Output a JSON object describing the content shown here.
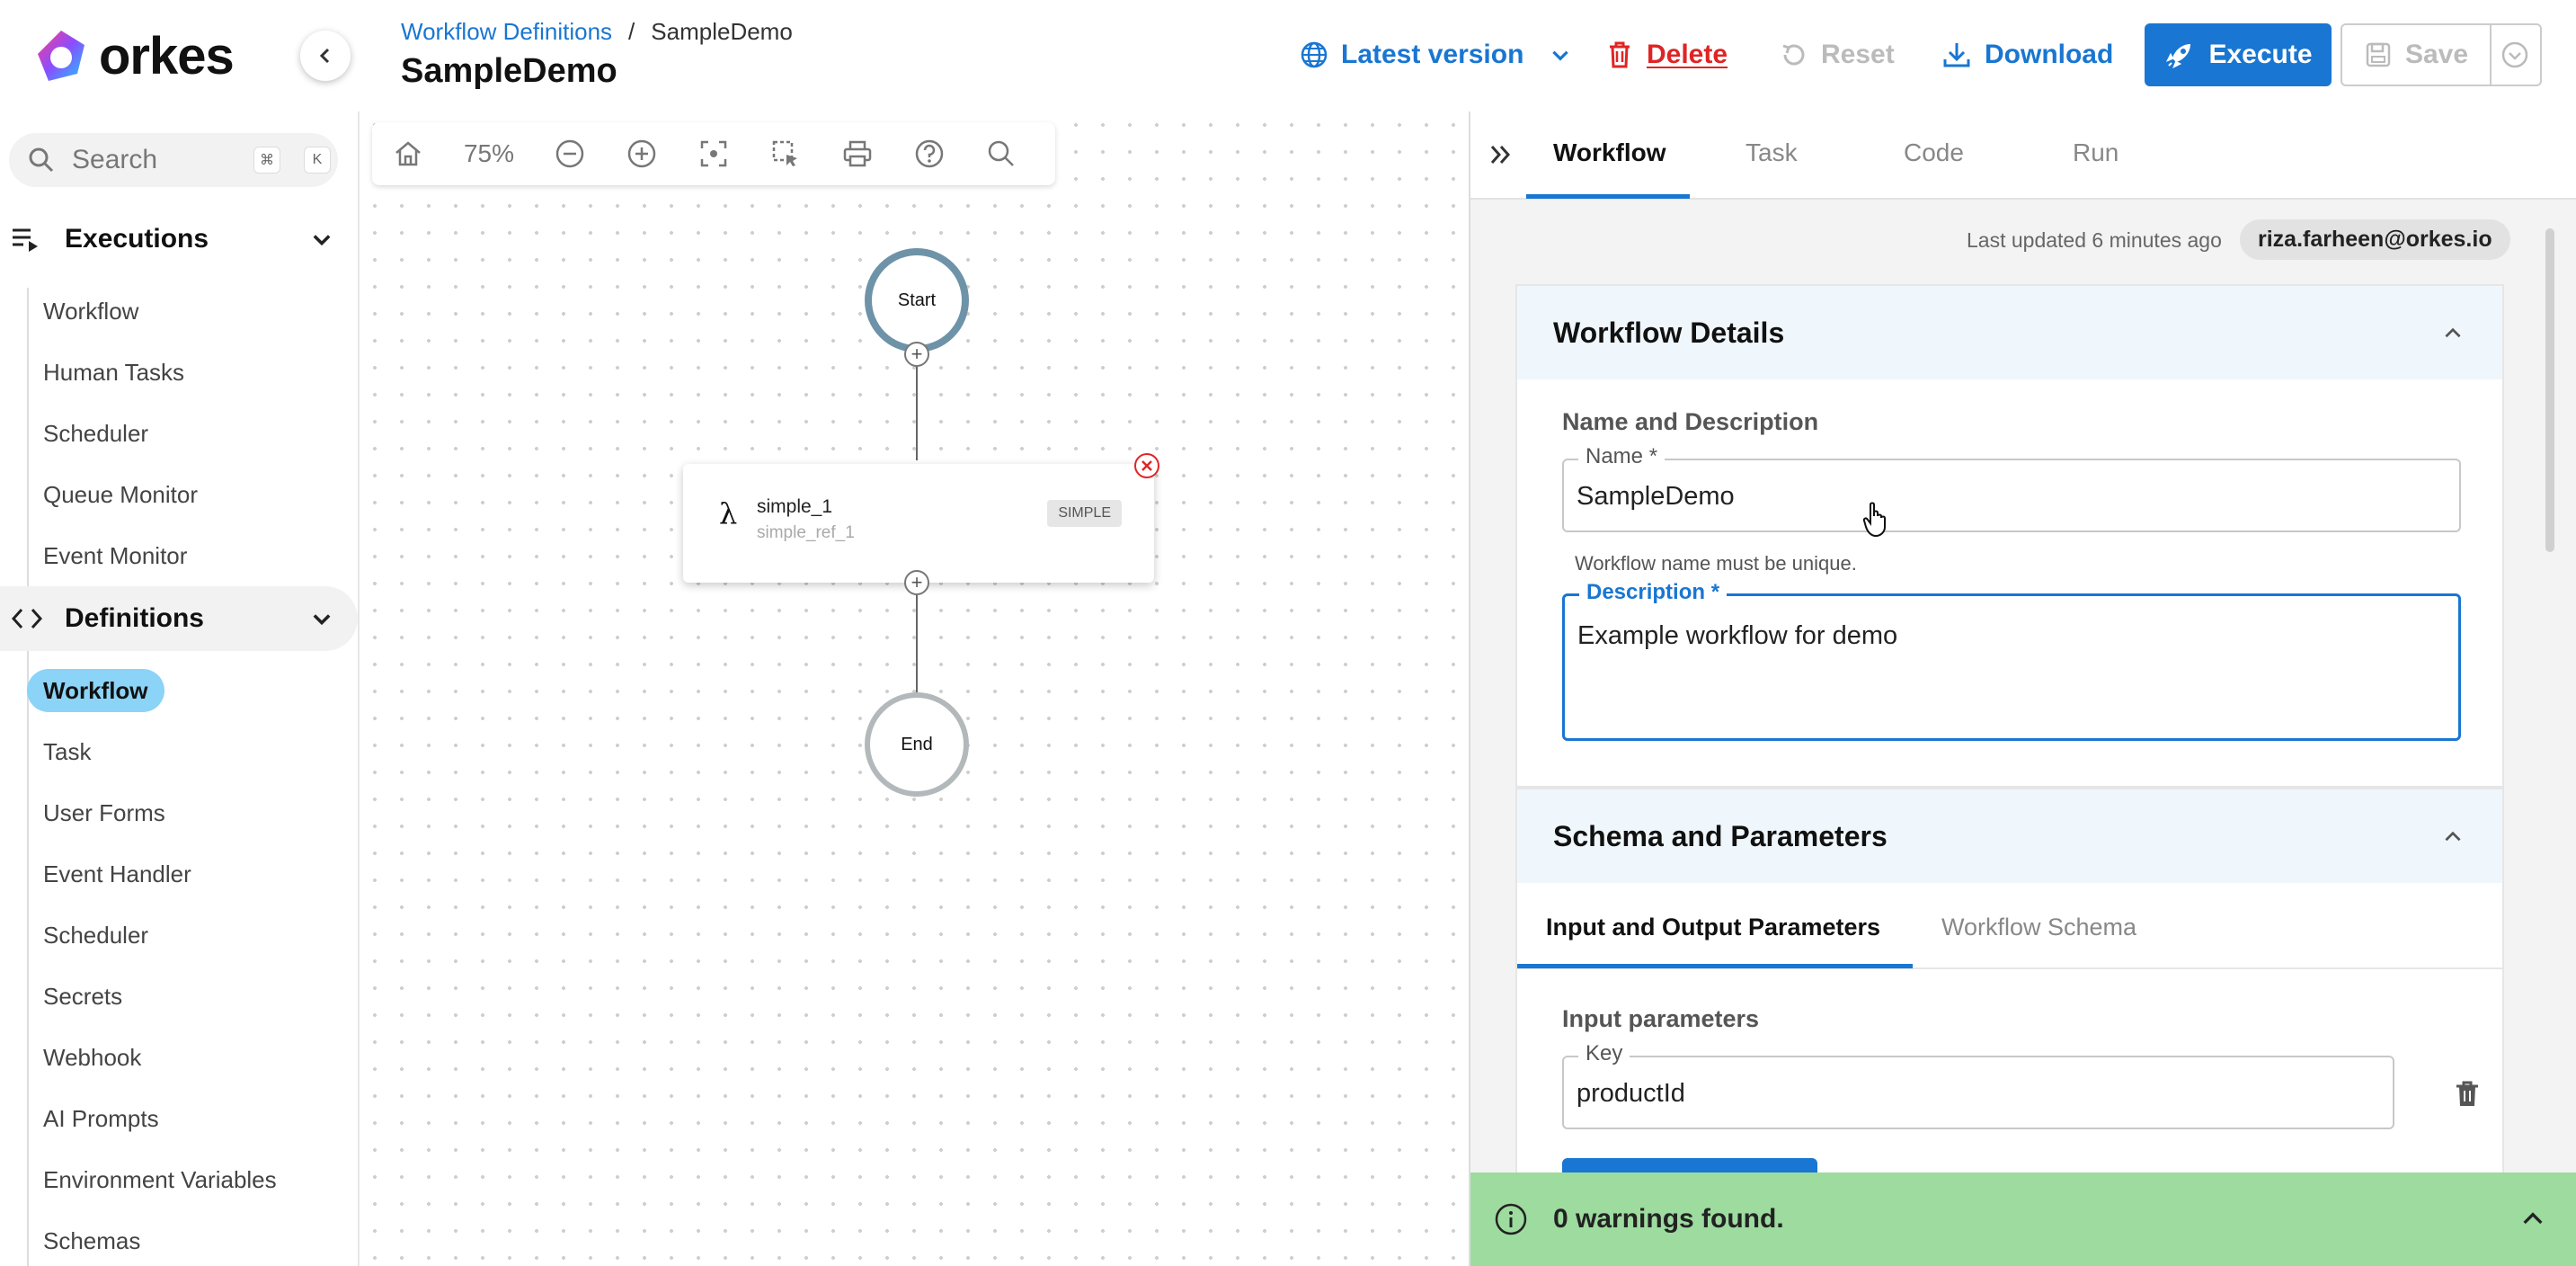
{
  "brand": {
    "name": "orkes"
  },
  "header": {
    "breadcrumb_parent": "Workflow Definitions",
    "breadcrumb_sep": "/",
    "breadcrumb_current": "SampleDemo",
    "title": "SampleDemo",
    "version_label": "Latest version",
    "delete_label": "Delete",
    "reset_label": "Reset",
    "download_label": "Download",
    "execute_label": "Execute",
    "save_label": "Save"
  },
  "sidebar": {
    "search_placeholder": "Search",
    "search_shortcut": [
      "⌘",
      "K"
    ],
    "executions": {
      "label": "Executions",
      "items": [
        "Workflow",
        "Human Tasks",
        "Scheduler",
        "Queue Monitor",
        "Event Monitor"
      ]
    },
    "definitions": {
      "label": "Definitions",
      "items": [
        "Workflow",
        "Task",
        "User Forms",
        "Event Handler",
        "Scheduler",
        "Secrets",
        "Webhook",
        "AI Prompts",
        "Environment Variables",
        "Schemas"
      ],
      "active": "Workflow"
    }
  },
  "canvas": {
    "zoom": "75%",
    "start_label": "Start",
    "end_label": "End",
    "task": {
      "name": "simple_1",
      "ref": "simple_ref_1",
      "badge": "SIMPLE",
      "icon": "λ"
    }
  },
  "panel": {
    "tabs": [
      "Workflow",
      "Task",
      "Code",
      "Run"
    ],
    "active_tab": "Workflow",
    "last_updated": "Last updated 6 minutes ago",
    "user": "riza.farheen@orkes.io",
    "details": {
      "title": "Workflow Details",
      "section_label": "Name and Description",
      "name_label": "Name *",
      "name_value": "SampleDemo",
      "name_helper": "Workflow name must be unique.",
      "description_label": "Description *",
      "description_value": "Example workflow for demo"
    },
    "schema": {
      "title": "Schema and Parameters",
      "tabs": [
        "Input and Output Parameters",
        "Workflow Schema"
      ],
      "active_tab": "Input and Output Parameters",
      "input_label": "Input parameters",
      "key_label": "Key",
      "key_value": "productId"
    },
    "warnings": "0 warnings found."
  },
  "colors": {
    "accent": "#1976d2",
    "danger": "#e02424",
    "success_bar": "#9ddb9f",
    "active_nav": "#8bd3f7"
  }
}
